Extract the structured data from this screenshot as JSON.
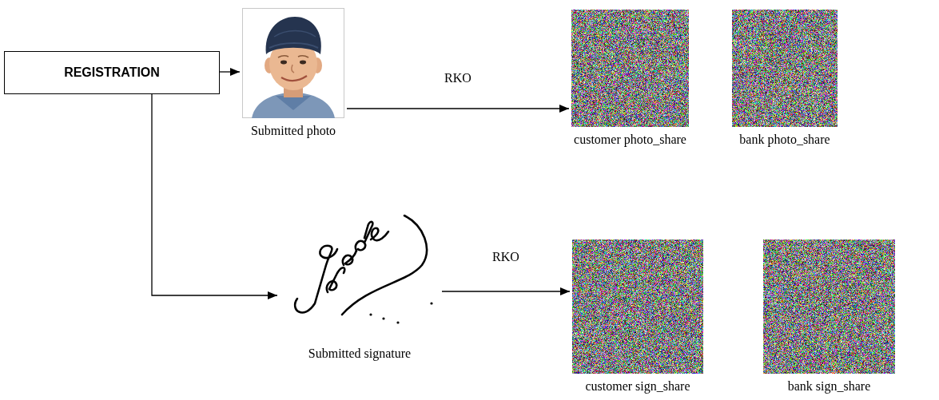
{
  "diagram": {
    "nodes": [
      {
        "text": [
          "REGISTRATION"
        ]
      },
      {
        "text": [
          "Submitted photo"
        ]
      },
      {
        "text": [
          "customer photo_share"
        ]
      },
      {
        "text": [
          "bank photo_share"
        ]
      },
      {
        "text": [
          "Submitted signature"
        ]
      },
      {
        "text": [
          "customer sign_share"
        ]
      },
      {
        "text": [
          "bank sign_share"
        ]
      }
    ],
    "edges": [
      {
        "from": 0,
        "to": 1,
        "arrow": "to"
      },
      {
        "from": 0,
        "to": 4,
        "arrow": "to"
      },
      {
        "from": 1,
        "to": 2,
        "label": "RKO",
        "arrow": "to"
      },
      {
        "from": 4,
        "to": 5,
        "label": "RKO",
        "arrow": "to"
      }
    ]
  }
}
